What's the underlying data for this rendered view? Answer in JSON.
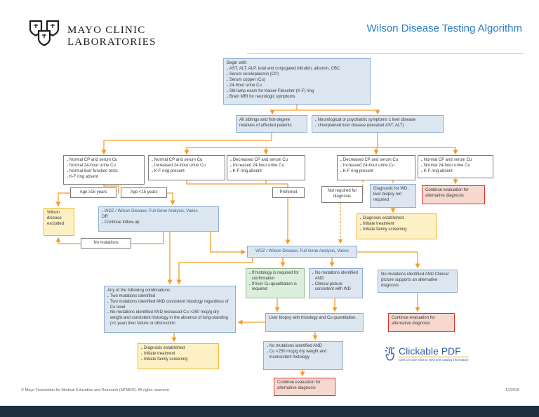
{
  "header": {
    "brand_line1": "MAYO CLINIC",
    "brand_line2": "LABORATORIES",
    "title": "Wilson Disease Testing Algorithm"
  },
  "clickable_pdf": {
    "label": "Clickable PDF",
    "tagline": "Click on blue tests to view test catalog information"
  },
  "footer": {
    "copyright": "© Mayo Foundation for Medical Education and Research (MFMER). All rights reserved.",
    "date": "12/2019"
  },
  "colors": {
    "arrow_orange": "#F59C28",
    "link_blue": "#2465A8",
    "title_blue": "#2B7BC4",
    "box_blue_bg": "#DCE6F1",
    "box_yellow_bg": "#FDF0C4",
    "box_red_bg": "#F6D8CF",
    "box_green_bg": "#DCEEDC",
    "footer_bar": "#202E3E"
  },
  "boxes": {
    "begin": {
      "lines": [
        {
          "t": "Begin with:"
        },
        {
          "t": "AST, ALT, ALP, total and conjugated bilirubin, albumin, CBC",
          "b": 1
        },
        {
          "t": "Serum ceruloplasmin (CP)",
          "b": 1
        },
        {
          "t": "Serum copper (Cu)",
          "b": 1
        },
        {
          "t": "24-Hour urine Cu",
          "b": 1
        },
        {
          "t": "Slit-lamp exam for Kaiser-Fleischer (K-F) ring",
          "b": 1
        },
        {
          "t": "Brain MRI for neurologic symptoms",
          "b": 1
        }
      ]
    },
    "siblings": {
      "lines": [
        {
          "t": "All siblings and first-degree relatives of affected patients"
        }
      ]
    },
    "neuro": {
      "lines": [
        {
          "t": "Neurological or psychiatric symptoms ± liver disease",
          "b": 1
        },
        {
          "t": "Unexplained liver disease (elevated AST, ALT)",
          "b": 1
        }
      ]
    },
    "crit1": {
      "lines": [
        {
          "t": "Normal CP and serum Cu",
          "b": 1
        },
        {
          "t": "Normal 24-hour urine Cu",
          "b": 1
        },
        {
          "t": "Normal liver function tests",
          "b": 1
        },
        {
          "t": "K-F ring absent",
          "b": 1
        }
      ]
    },
    "crit2": {
      "lines": [
        {
          "t": "Normal CP and serum Cu",
          "b": 1
        },
        {
          "t": "Increased 24-hour urine Cu",
          "b": 1
        },
        {
          "t": "K-F ring present",
          "b": 1
        }
      ]
    },
    "crit3": {
      "lines": [
        {
          "t": "Decreased CP and serum Cu",
          "b": 1
        },
        {
          "t": "Increased 24-hour urine Cu",
          "b": 1
        },
        {
          "t": "K-F ring absent",
          "b": 1
        }
      ]
    },
    "crit4": {
      "lines": [
        {
          "t": "Decreased CP and serum Cu",
          "b": 1
        },
        {
          "t": "Increased 24-hour urine Cu",
          "b": 1
        },
        {
          "t": "K-F ring present",
          "b": 1
        }
      ]
    },
    "crit5": {
      "lines": [
        {
          "t": "Normal CP and serum Cu",
          "b": 1
        },
        {
          "t": "Normal 24-hour urine Cu",
          "b": 1
        },
        {
          "t": "K-F ring absent",
          "b": 1
        }
      ]
    },
    "age_ge15": {
      "lines": [
        {
          "t": "Age ≥15 years"
        }
      ]
    },
    "age_lt15": {
      "lines": [
        {
          "t": "Age <15 years"
        }
      ]
    },
    "wilson_excluded": {
      "lines": [
        {
          "t": "Wilson disease excluded"
        }
      ]
    },
    "wdz_followup": {
      "lines": [
        {
          "t": "WDZ / Wilson Disease, Full Gene Analysis, Varies",
          "b": 1,
          "link": 1
        },
        {
          "t": "OR"
        },
        {
          "t": "Continue follow-up",
          "b": 1
        }
      ]
    },
    "no_mutations": {
      "lines": [
        {
          "t": "No mutations"
        }
      ]
    },
    "preferred": {
      "lines": [
        {
          "t": "Preferred"
        }
      ]
    },
    "not_required": {
      "lines": [
        {
          "t": "Not required for diagnosis"
        }
      ]
    },
    "diagnostic": {
      "lines": [
        {
          "t": "Diagnostic for WD, liver biopsy not required"
        }
      ]
    },
    "cont_eval_1": {
      "lines": [
        {
          "t": "Continue evaluation for alternative diagnosis"
        }
      ]
    },
    "diag_est_1": {
      "lines": [
        {
          "t": "Diagnosis established",
          "b": 1
        },
        {
          "t": "Initiate treatment",
          "b": 1
        },
        {
          "t": "Initiate family screening",
          "b": 1
        }
      ]
    },
    "wdz_central": {
      "lines": [
        {
          "t": "WDZ / Wilson Disease, Full Gene Analysis, Varies",
          "link": 1
        }
      ]
    },
    "histology": {
      "lines": [
        {
          "t": "If histology is required for confirmation",
          "b": 1
        },
        {
          "t": "If liver Cu quantitation is required",
          "b": 1
        }
      ]
    },
    "no_mut_wd": {
      "lines": [
        {
          "t": "No mutations identified AND",
          "b": 1
        },
        {
          "t": "Clinical picture consistent with WD",
          "b": 1
        }
      ]
    },
    "no_mut_alt": {
      "lines": [
        {
          "t": "No mutations identified AND Clinical picture supports an alternative diagnosis"
        }
      ]
    },
    "combos": {
      "lines": [
        {
          "t": "Any of the following combinations:"
        },
        {
          "t": "Two mutations identified",
          "b": 1
        },
        {
          "t": "Two mutations identified AND consistent histology regardless of Cu level",
          "b": 1
        },
        {
          "t": "No mutations identified AND increased Cu >250 mcg/g dry weight and consistent histology in the absence of long-standing (>1 year) liver failure or obstruction",
          "b": 1
        }
      ]
    },
    "liver_biopsy": {
      "lines": [
        {
          "t": "Liver biopsy with histology and Cu quantitation."
        }
      ]
    },
    "diag_est_2": {
      "lines": [
        {
          "t": "Diagnosis established",
          "b": 1
        },
        {
          "t": "Initiate treatment",
          "b": 1
        },
        {
          "t": "Initiate family screening",
          "b": 1
        }
      ]
    },
    "no_mut_cu": {
      "lines": [
        {
          "t": "No mutations identified AND",
          "b": 1
        },
        {
          "t": "Cu <250 mcg/g dry weight and inconsistent histology",
          "b": 1
        }
      ]
    },
    "cont_eval_2": {
      "lines": [
        {
          "t": "Continue evaluation for alternative diagnosis"
        }
      ]
    },
    "cont_eval_3": {
      "lines": [
        {
          "t": "Continue evaluation for alternative diagnosis"
        }
      ]
    }
  }
}
